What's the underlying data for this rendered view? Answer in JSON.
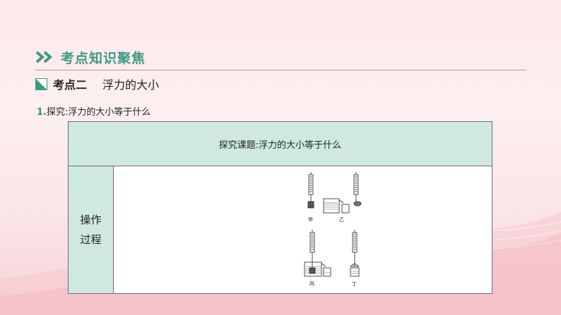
{
  "header": {
    "title": "考点知识聚焦"
  },
  "topic": {
    "label": "考点二",
    "name": "浮力的大小"
  },
  "item": {
    "number": "1.",
    "text": "探究:浮力的大小等于什么"
  },
  "table": {
    "heading": "探究课题:浮力的大小等于什么",
    "row_label_line1": "操作",
    "row_label_line2": "过程",
    "figure_labels": {
      "a": "甲",
      "b": "乙",
      "c": "丙",
      "d": "丁"
    }
  },
  "colors": {
    "accent": "#3c9a86",
    "cell_fill": "#cfe9e1",
    "background": "#fdecee"
  }
}
